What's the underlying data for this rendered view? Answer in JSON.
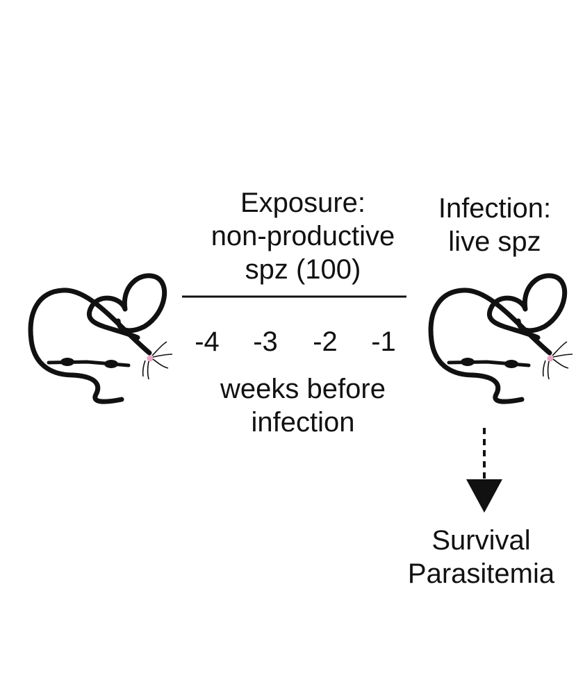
{
  "exposure": {
    "lines": [
      "Exposure:",
      "non-productive",
      "spz (100)"
    ]
  },
  "timeline": {
    "ticks": [
      "-4",
      "-3",
      "-2",
      "-1"
    ],
    "caption_lines": [
      "weeks before",
      "infection"
    ]
  },
  "infection": {
    "lines": [
      "Infection:",
      "live spz"
    ]
  },
  "readouts": {
    "lines": [
      "Survival",
      "Parasitemia"
    ]
  },
  "colors": {
    "ink": "#111111",
    "nose": "#e6a8c6"
  },
  "icons": {
    "left_mouse": "mouse-icon",
    "right_mouse": "mouse-icon",
    "arrow": "dashed-arrow-down-icon"
  }
}
